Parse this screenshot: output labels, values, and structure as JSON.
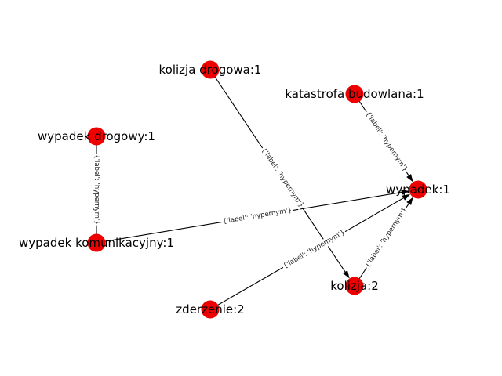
{
  "graph": {
    "node_color": "#ee0000",
    "edge_color": "#000000",
    "nodes": [
      {
        "id": "kolizja_drogowa",
        "label": "kolizja drogowa:1"
      },
      {
        "id": "katastrofa_budowlana",
        "label": "katastrofa budowlana:1"
      },
      {
        "id": "wypadek_drogowy",
        "label": "wypadek drogowy:1"
      },
      {
        "id": "wypadek",
        "label": "wypadek:1"
      },
      {
        "id": "wypadek_komunikacyjny",
        "label": "wypadek komunikacyjny:1"
      },
      {
        "id": "kolizja",
        "label": "kolizja:2"
      },
      {
        "id": "zderzenie",
        "label": "zderzenie:2"
      }
    ],
    "edges": [
      {
        "source": "kolizja_drogowa",
        "target": "kolizja",
        "label": "{'label': 'hypernym'}",
        "directed": true
      },
      {
        "source": "katastrofa_budowlana",
        "target": "wypadek",
        "label": "{'label': 'hypernym'}",
        "directed": true
      },
      {
        "source": "wypadek_drogowy",
        "target": "wypadek_komunikacyjny",
        "label": "{'label': 'hypernym'}",
        "directed": false
      },
      {
        "source": "wypadek_komunikacyjny",
        "target": "wypadek",
        "label": "{'label': 'hypernym'}",
        "directed": true
      },
      {
        "source": "zderzenie",
        "target": "wypadek",
        "label": "{'label': 'hypernym'}",
        "directed": true
      },
      {
        "source": "kolizja",
        "target": "wypadek",
        "label": "{'label': 'hypernym'}",
        "directed": true
      }
    ]
  }
}
